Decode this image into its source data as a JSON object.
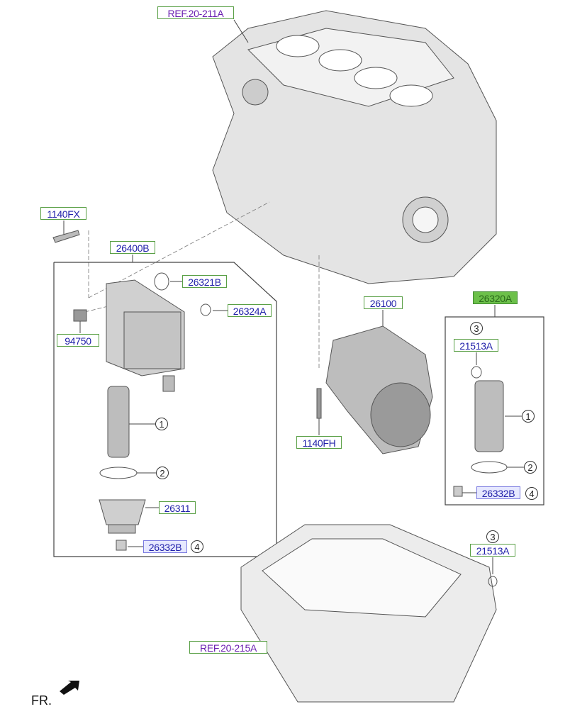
{
  "diagram": {
    "labels": {
      "ref_top": "REF.20-211A",
      "bolt_left": "1140FX",
      "cooler_assy": "26400B",
      "gasket_a": "26321B",
      "gasket_b": "26324A",
      "sensor": "94750",
      "cap": "26311",
      "plug_left": "26332B",
      "pump": "26100",
      "bolt_pump": "1140FH",
      "filter_kit": "26320A",
      "oring_kit": "21513A",
      "plug_right": "26332B",
      "oring_pan": "21513A",
      "ref_bottom": "REF.20-215A"
    },
    "callouts": [
      "1",
      "2",
      "3",
      "4"
    ],
    "direction": "FR."
  }
}
